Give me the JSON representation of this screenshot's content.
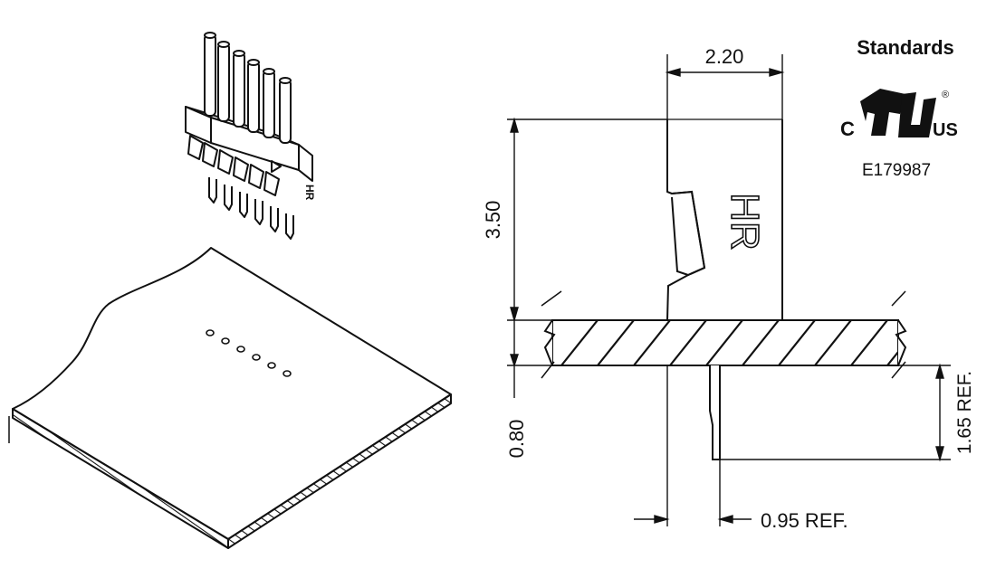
{
  "standards": {
    "title": "Standards",
    "cert_mark": {
      "left": "C",
      "right": "US",
      "symbol": "®"
    },
    "file_number": "E179987"
  },
  "connector": {
    "marking": "HR"
  },
  "dimensions": {
    "width": "2.20",
    "height": "3.50",
    "board": "0.80",
    "pin_length": "1.65 REF.",
    "pin_offset": "0.95 REF."
  }
}
